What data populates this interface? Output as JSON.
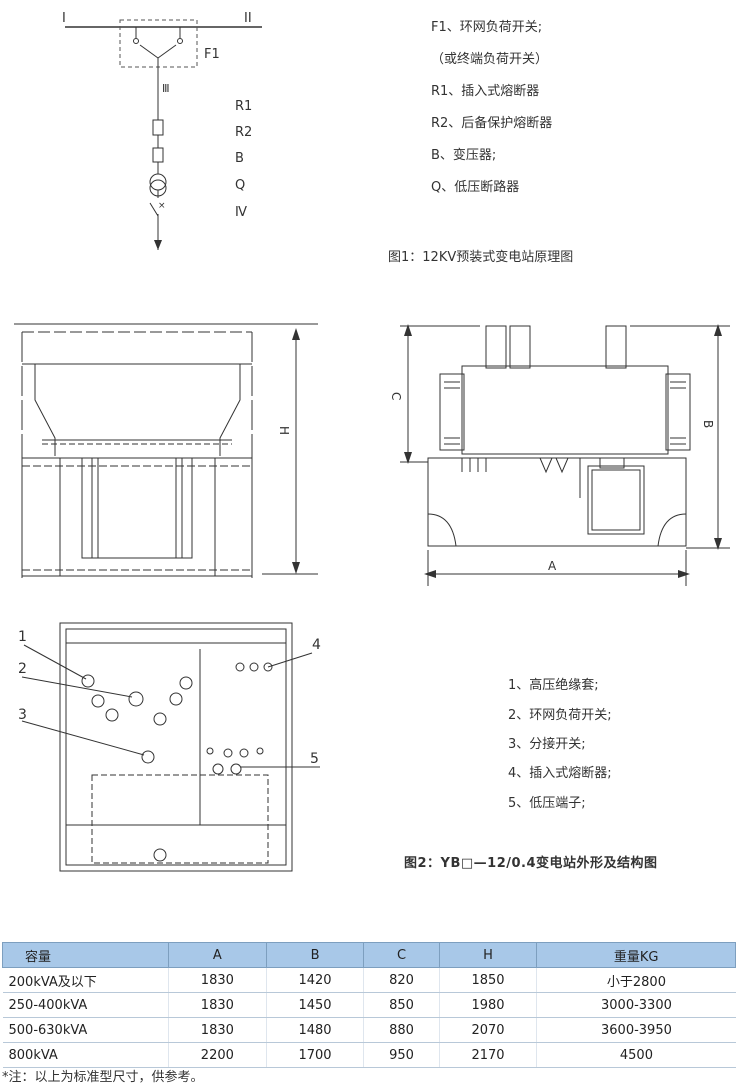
{
  "fig1": {
    "bus_left": "I",
    "bus_right": "II",
    "switch_label": "F1",
    "feeder_label": "Ⅲ",
    "component_labels": [
      "R1",
      "R2",
      "B",
      "Q",
      "Ⅳ"
    ],
    "legend": [
      "F1、环网负荷开关;",
      "（或终端负荷开关）",
      "R1、插入式熔断器",
      "R2、后备保护熔断器",
      "B、变压器;",
      "Q、低压断路器"
    ],
    "caption": "图1：12KV预装式变电站原理图"
  },
  "fig2": {
    "dim_h": "H",
    "dim_a": "A",
    "dim_b": "B",
    "dim_c": "C",
    "callouts": [
      "1",
      "2",
      "3",
      "4",
      "5"
    ],
    "legend": [
      "1、高压绝缘套;",
      "2、环网负荷开关;",
      "3、分接开关;",
      "4、插入式熔断器;",
      "5、低压端子;"
    ],
    "caption": "图2：YB□—12/0.4变电站外形及结构图"
  },
  "table": {
    "headers": [
      "容量",
      "A",
      "B",
      "C",
      "H",
      "重量KG"
    ],
    "rows": [
      [
        "200kVA及以下",
        "1830",
        "1420",
        "820",
        "1850",
        "小于2800"
      ],
      [
        "250-400kVA",
        "1830",
        "1450",
        "850",
        "1980",
        "3000-3300"
      ],
      [
        "500-630kVA",
        "1830",
        "1480",
        "880",
        "2070",
        "3600-3950"
      ],
      [
        "800kVA",
        "2200",
        "1700",
        "950",
        "2170",
        "4500"
      ]
    ]
  },
  "note": "*注：以上为标准型尺寸，供参考。"
}
